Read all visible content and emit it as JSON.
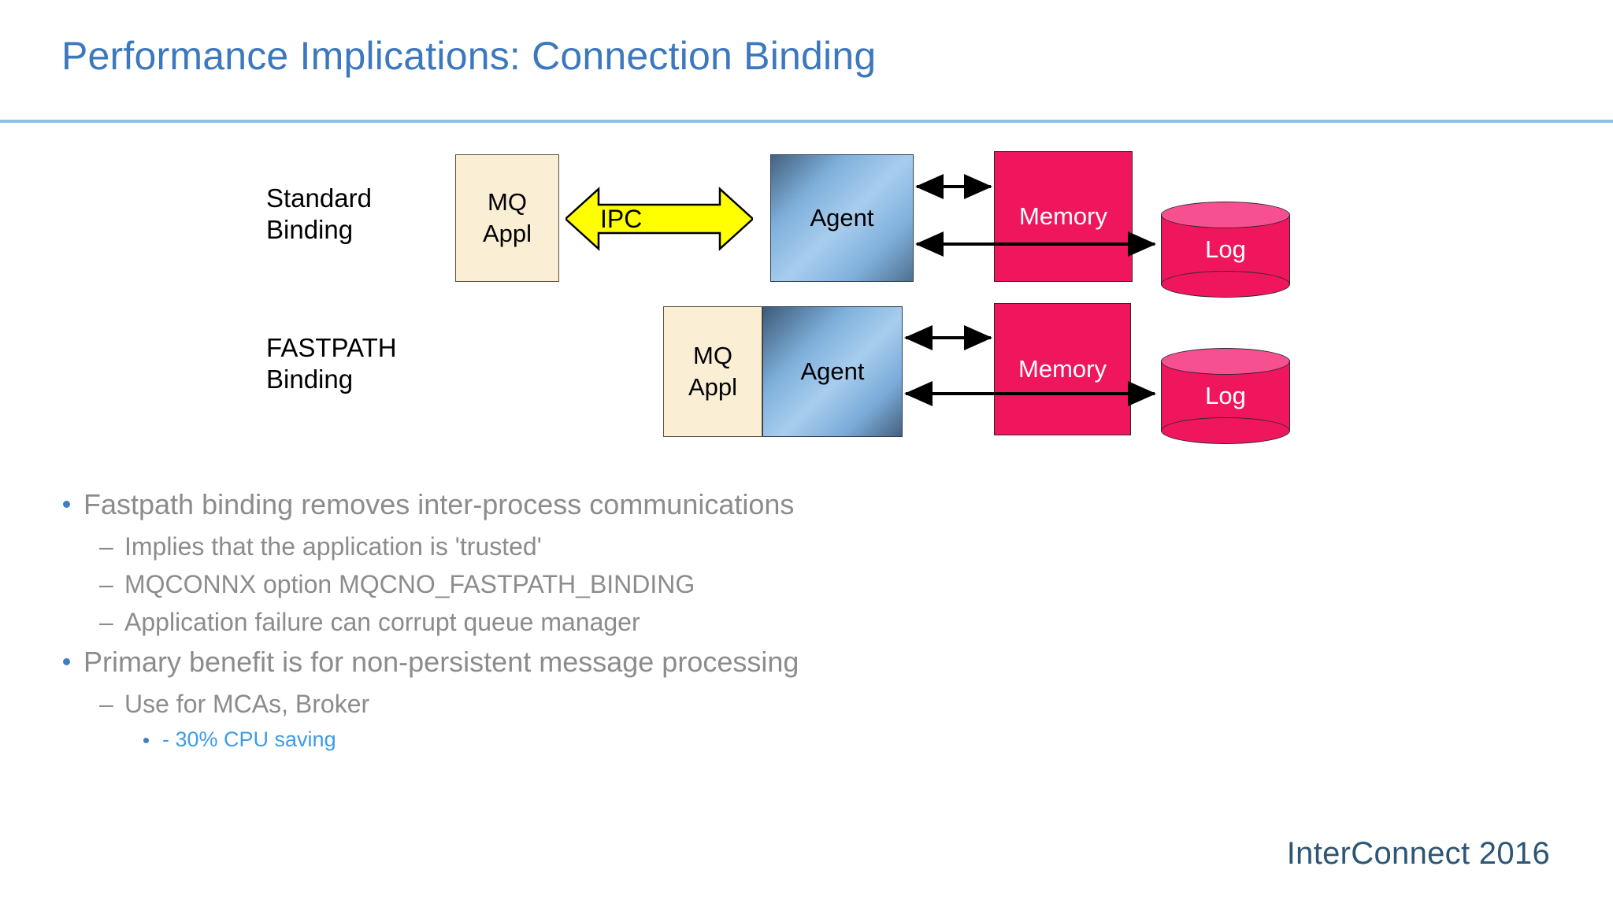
{
  "slide": {
    "title": "Performance Implications: Connection Binding",
    "title_color": "#3C78BE",
    "rule_color": "#8FC0EA",
    "background": "#FFFFFF"
  },
  "diagram": {
    "rows": [
      {
        "label": "Standard\nBinding",
        "app_box": "MQ\nAppl",
        "connector_label": "IPC",
        "connector_kind": "ipc-block-arrow",
        "agent_box": "Agent",
        "memory_box": "Memory",
        "log_cylinder": "Log"
      },
      {
        "label": "FASTPATH\nBinding",
        "app_box": "MQ\nAppl",
        "connector_label": "",
        "connector_kind": "adjacent-no-ipc",
        "agent_box": "Agent",
        "memory_box": "Memory",
        "log_cylinder": "Log"
      }
    ],
    "colors": {
      "app_fill": "#FAEFD5",
      "agent_fill_dark": "#44617E",
      "agent_fill_light": "#A8CDEE",
      "memory_fill": "#F0165E",
      "log_fill": "#F0165E",
      "log_top_fill": "#F75090",
      "ipc_fill": "#FFFF00",
      "arrow_stroke": "#000000"
    }
  },
  "bullets": [
    {
      "level": 1,
      "text": "Fastpath binding removes inter-process communications",
      "color": "#8C8C8C"
    },
    {
      "level": 2,
      "text": "Implies that the application is 'trusted'",
      "color": "#8C8C8C"
    },
    {
      "level": 2,
      "text": "MQCONNX option MQCNO_FASTPATH_BINDING",
      "color": "#8C8C8C"
    },
    {
      "level": 2,
      "text": "Application failure can corrupt queue manager",
      "color": "#8C8C8C"
    },
    {
      "level": 1,
      "text": "Primary benefit is for non-persistent message processing",
      "color": "#8C8C8C"
    },
    {
      "level": 2,
      "text": "Use for MCAs, Broker",
      "color": "#8C8C8C"
    },
    {
      "level": 3,
      "text": "- 30% CPU saving",
      "color": "#3E9BE8"
    }
  ],
  "footer": {
    "brand": "InterConnect 2016",
    "color": "#2D5675"
  }
}
